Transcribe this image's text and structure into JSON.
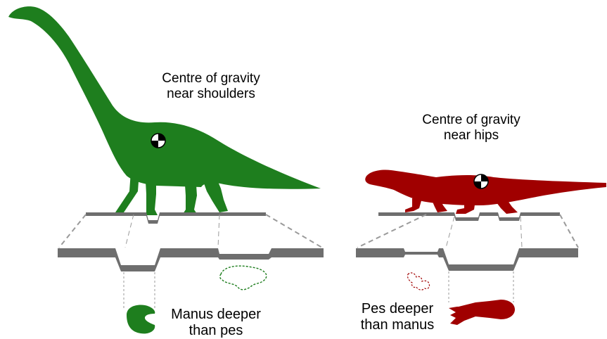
{
  "colors": {
    "sauropod": "#1e7e1e",
    "crocodylomorph": "#a00000",
    "ground": "#6e6e6e",
    "projection_line": "#9a9a9a"
  },
  "panels": [
    {
      "animal": "sauropod",
      "cog_label_lines": [
        "Centre of gravity",
        "near shoulders"
      ],
      "depth_label_lines": [
        "Manus deeper",
        "than pes"
      ],
      "cog_marker_icon": "centre-of-gravity-icon",
      "deep_print_icon": "manus-print-icon",
      "shallow_print_icon": "pes-print-outline-icon"
    },
    {
      "animal": "crocodylomorph",
      "cog_label_lines": [
        "Centre of gravity",
        "near hips"
      ],
      "depth_label_lines": [
        "Pes deeper",
        "than manus"
      ],
      "cog_marker_icon": "centre-of-gravity-icon",
      "deep_print_icon": "pes-print-icon",
      "shallow_print_icon": "manus-print-outline-icon"
    }
  ]
}
